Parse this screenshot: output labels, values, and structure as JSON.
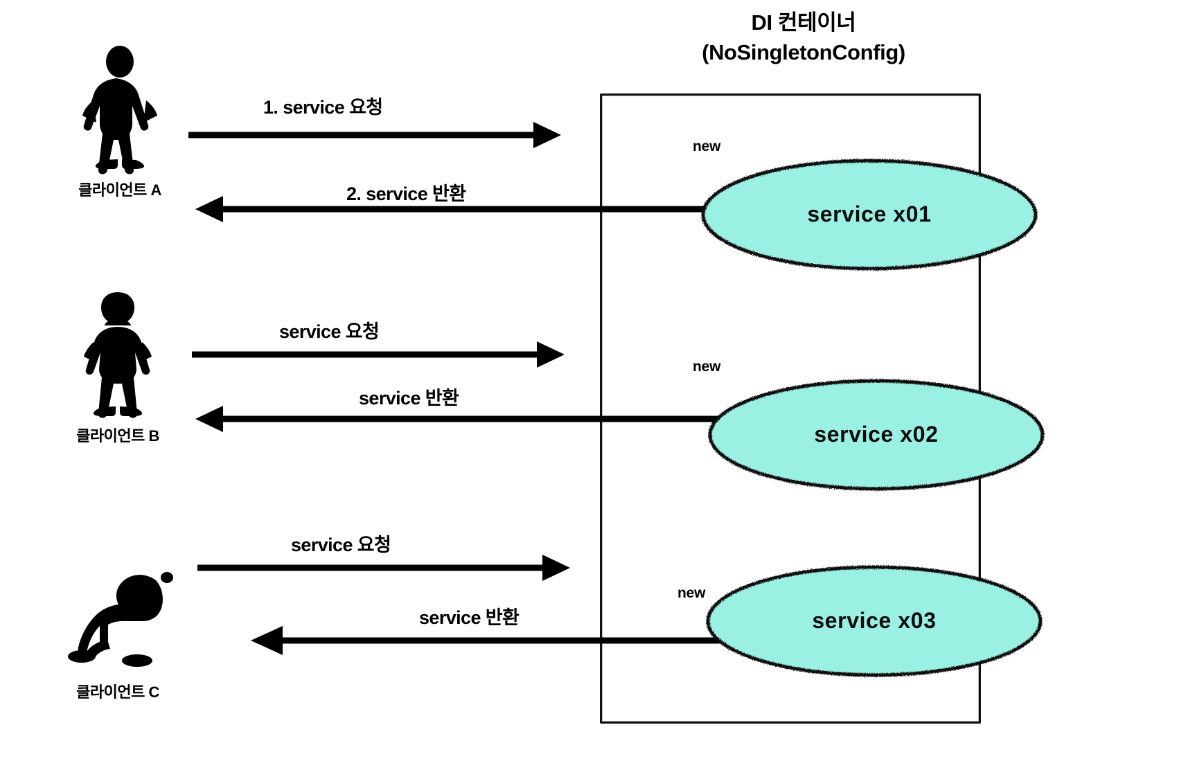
{
  "diagram": {
    "title_line1": "DI 컨테이너",
    "title_line2": "(NoSingletonConfig)",
    "container_label": "DI 컨테이너 (NoSingletonConfig)"
  },
  "colors": {
    "service_fill": "#9af0e2",
    "stroke": "#111111",
    "background": "#ffffff",
    "text": "#000000"
  },
  "clients": [
    {
      "label": "클라이언트 A",
      "icon": "person-standing-icon"
    },
    {
      "label": "클라이언트 B",
      "icon": "person-standing-female-icon"
    },
    {
      "label": "클라이언트 C",
      "icon": "baby-crawling-icon"
    }
  ],
  "messages": [
    {
      "label": "1. service 요청",
      "direction": "request"
    },
    {
      "label": "2. service 반환",
      "direction": "response"
    },
    {
      "label": "service 요청",
      "direction": "request"
    },
    {
      "label": "service 반환",
      "direction": "response"
    },
    {
      "label": "service 요청",
      "direction": "request"
    },
    {
      "label": "service 반환",
      "direction": "response"
    }
  ],
  "services": [
    {
      "name": "service x01",
      "new_label": "new"
    },
    {
      "name": "service x02",
      "new_label": "new"
    },
    {
      "name": "service x03",
      "new_label": "new"
    }
  ]
}
